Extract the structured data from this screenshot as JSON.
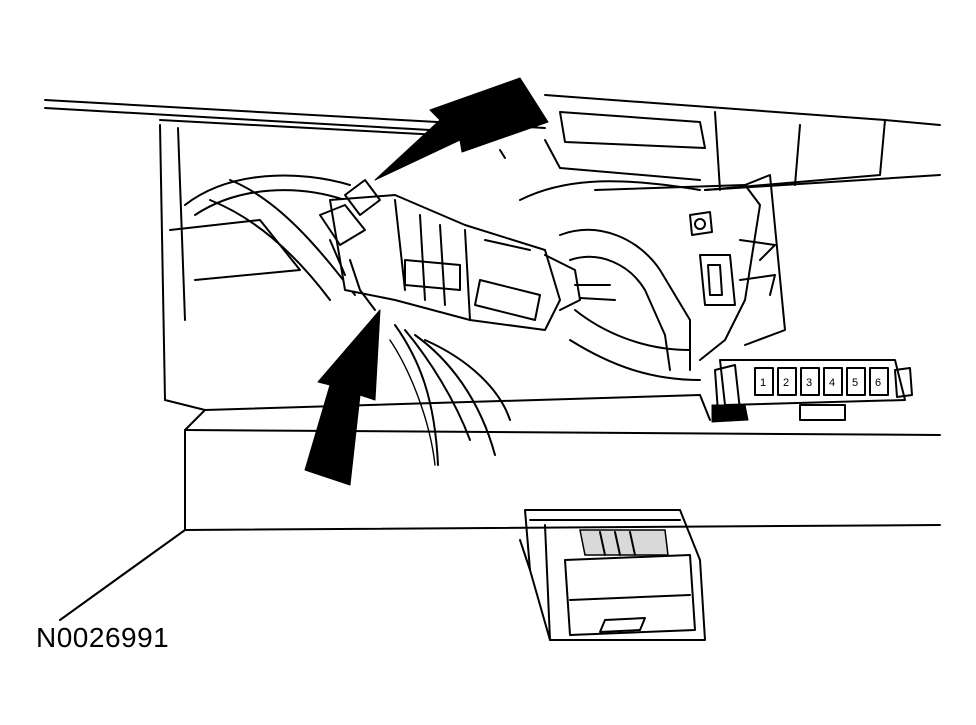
{
  "figure": {
    "reference_number": "N0026991",
    "fuse_labels": [
      "1",
      "2",
      "3",
      "4",
      "5",
      "6"
    ]
  }
}
